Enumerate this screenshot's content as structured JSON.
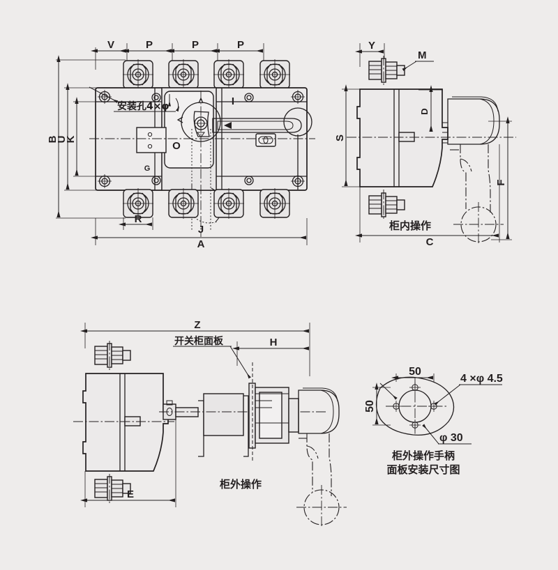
{
  "drawing": {
    "title": "Load isolation switch outline and installation dimension drawing",
    "background_color": "#eeeceb",
    "line_color": "#231f20",
    "fill_color": "#eeeceb"
  },
  "views": {
    "front": {
      "name": "front-view",
      "annotation_label": "安装孔4×φ",
      "position_markers": {
        "on": "I",
        "off": "O"
      },
      "inner_label": "G",
      "dimensions": {
        "top": [
          "V",
          "P",
          "P",
          "P"
        ],
        "left": [
          "B",
          "U",
          "K"
        ],
        "bottom": [
          "R",
          "J",
          "A"
        ]
      }
    },
    "side_in_cabinet": {
      "name": "in-cabinet-operation-view",
      "caption": "柜内操作",
      "dimensions": {
        "top": [
          "Y"
        ],
        "leader": [
          "M"
        ],
        "inner": [
          "D"
        ],
        "left": [
          "S"
        ],
        "right": [
          "F"
        ],
        "bottom": [
          "C"
        ]
      }
    },
    "side_out_cabinet": {
      "name": "out-cabinet-operation-view",
      "caption": "柜外操作",
      "panel_label": "开关柜面板",
      "dimensions": {
        "top": [
          "Z",
          "H"
        ],
        "bottom": [
          "E"
        ]
      }
    },
    "panel_mount": {
      "name": "panel-mounting-dimension-view",
      "caption_line1": "柜外操作手柄",
      "caption_line2": "面板安装尺寸图",
      "dimensions": {
        "horizontal": "50",
        "vertical": "50",
        "holes": "4 ×φ 4.5",
        "center_bore": "φ 30"
      }
    }
  }
}
